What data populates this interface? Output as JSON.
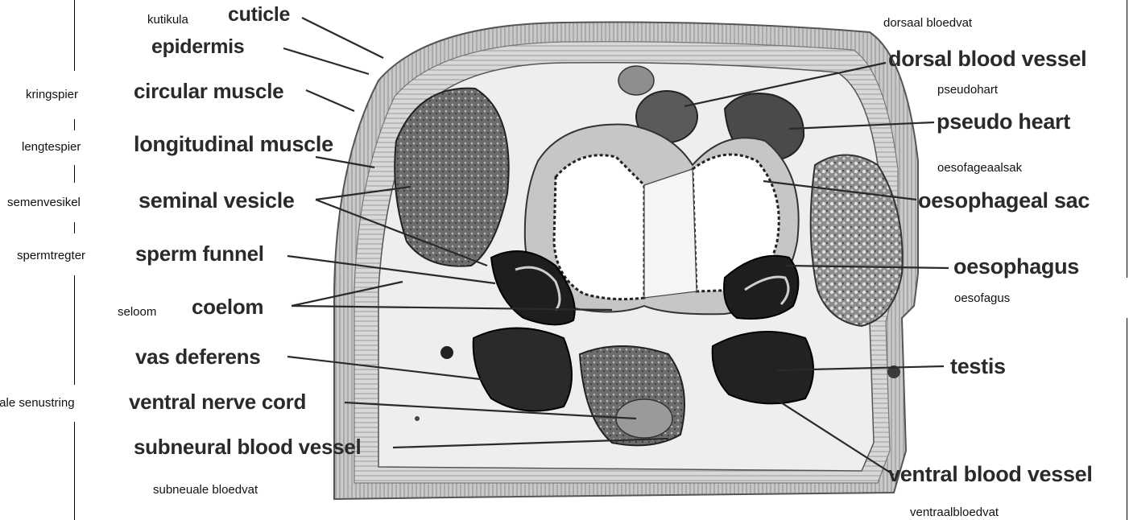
{
  "colors": {
    "background": "#ffffff",
    "ink": "#2a2a2a",
    "tissue_dark": "#1e1e1e",
    "tissue_mid": "#7a7a7a",
    "tissue_light": "#d4d4d4"
  },
  "labels_en": {
    "cuticle": "cuticle",
    "epidermis": "epidermis",
    "circular_muscle": "circular muscle",
    "longitudinal_muscle": "longitudinal muscle",
    "seminal_vesicle": "seminal vesicle",
    "sperm_funnel": "sperm funnel",
    "coelom": "coelom",
    "vas_deferens": "vas deferens",
    "ventral_nerve_cord": "ventral nerve cord",
    "subneural_blood_vessel": "subneural blood vessel",
    "dorsal_blood_vessel": "dorsal blood vessel",
    "pseudo_heart": "pseudo heart",
    "oesophageal_sac": "oesophageal sac",
    "oesophagus": "oesophagus",
    "testis": "testis",
    "ventral_blood_vessel": "ventral blood vessel"
  },
  "labels_nl": {
    "kutikula": "kutikula",
    "kringspier": "kringspier",
    "lengtespier": "lengtespier",
    "semenvesikel": "semenvesikel",
    "spermtregter": "spermtregter",
    "seloom": "seloom",
    "senustring": "trale senustring",
    "subneuale_bloedvat": "subneuale bloedvat",
    "dorsaal_bloedvat": "dorsaal bloedvat",
    "pseudohart": "pseudohart",
    "oesofageaalsak": "oesofageaalsak",
    "oesofagus": "oesofagus",
    "ventraalbloedvat": "ventraalbloedvat"
  }
}
